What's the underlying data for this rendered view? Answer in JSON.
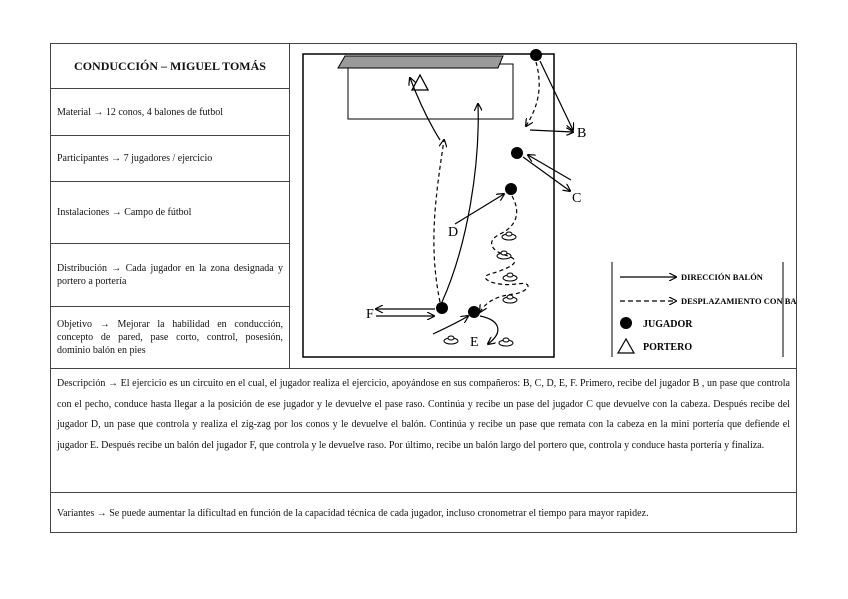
{
  "title": "CONDUCCIÓN – MIGUEL TOMÁS",
  "rows": {
    "material": "Material → 12 conos, 4 balones de futbol",
    "participantes": "Participantes → 7 jugadores / ejercicio",
    "instalaciones": "Instalaciones → Campo de fútbol",
    "distribucion": "Distribución → Cada jugador en la zona designada y portero a portería",
    "objetivo": "Objetivo → Mejorar la habilidad en conducción, concepto de pared, pase corto, control, posesión, dominio balón en pies"
  },
  "diagram": {
    "players": {
      "b": "B",
      "c": "C",
      "d": "D",
      "e": "E",
      "f": "F"
    },
    "legend": {
      "direccion": "DIRECCIÓN BALÓN",
      "desplazamiento": "DESPLAZAMIENTO CON BALÓN",
      "jugador": "JUGADOR",
      "portero": "PORTERO"
    }
  },
  "descripcion": "Descripción → El ejercicio es un circuito en el cual, el jugador realiza el ejercicio, apoyándose en sus compañeros: B, C, D, E, F. Primero, recibe del jugador B , un pase que controla con el pecho, conduce hasta llegar a la posición de ese jugador y le devuelve el pase raso. Continúa y recibe un pase del jugador C que devuelve con la cabeza. Después recibe del jugador D, un pase que controla y realiza el zig-zag por los conos y le devuelve el balón. Continúa y recibe un pase que remata con la cabeza en la mini portería que defiende el jugador E. Después recibe un balón del jugador F, que controla y le devuelve raso. Por último, recibe un balón largo del portero que, controla y conduce hasta portería y finaliza.",
  "variantes": "Variantes → Se puede aumentar la dificultad en función de la capacidad técnica de cada jugador, incluso cronometrar el tiempo para mayor rapidez."
}
